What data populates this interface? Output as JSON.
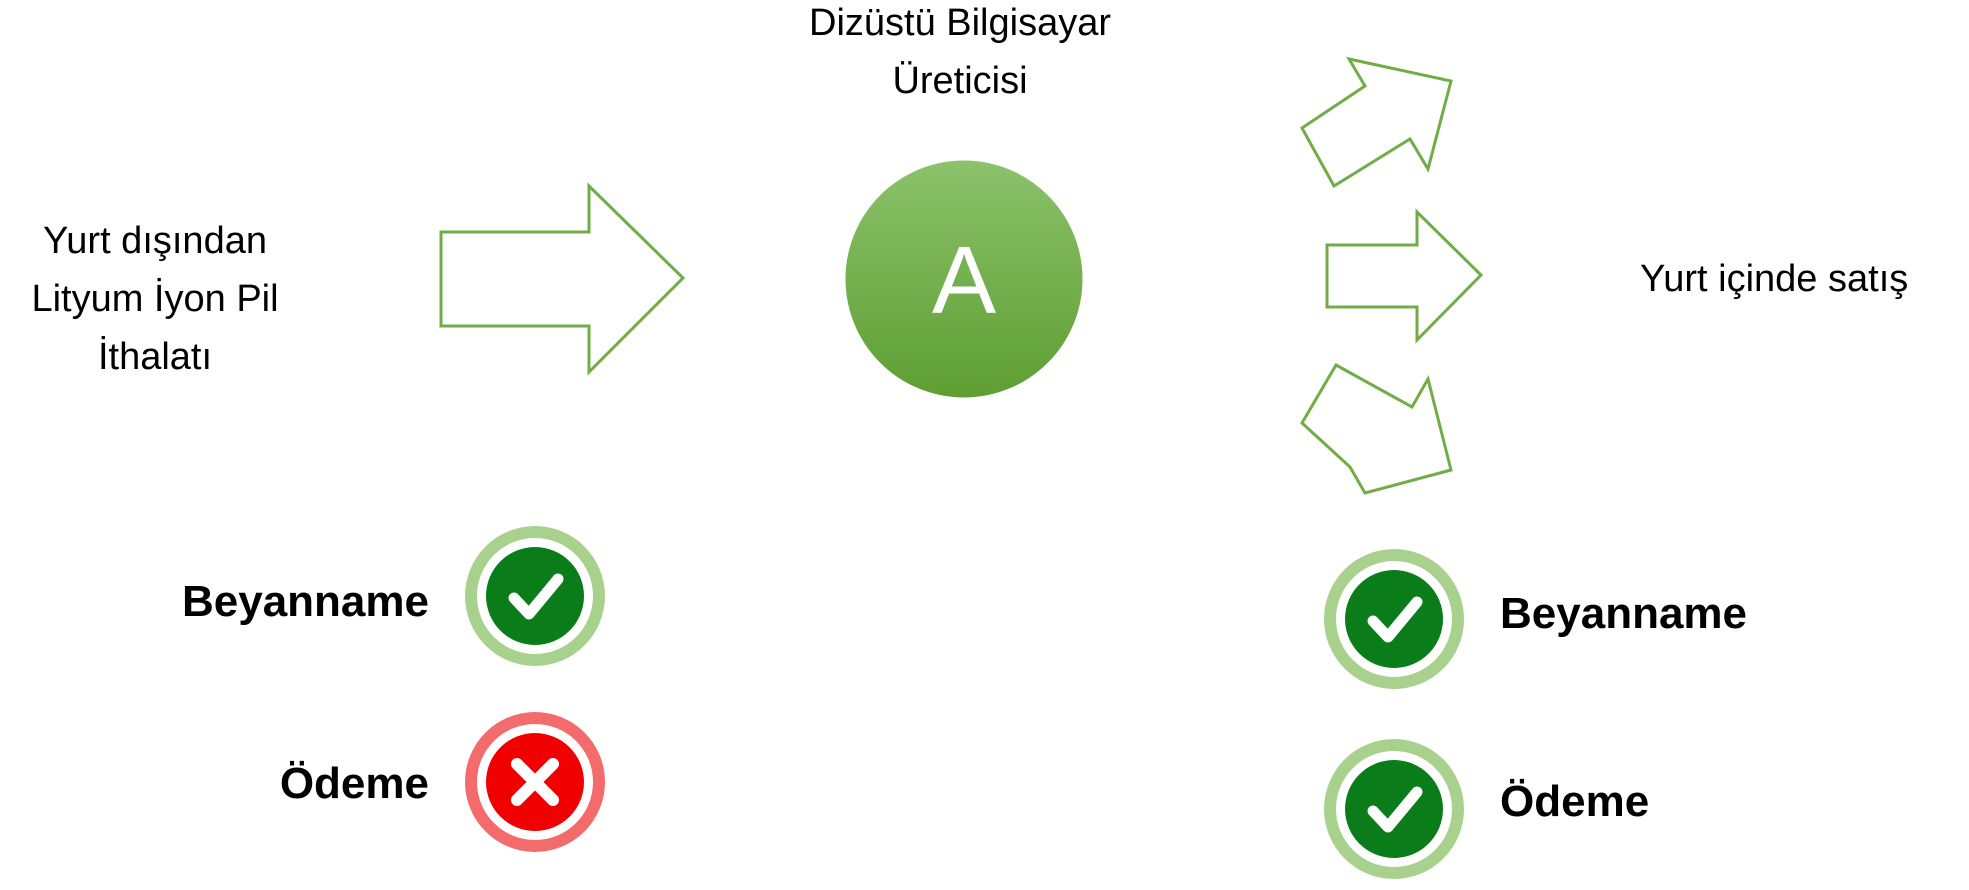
{
  "diagram": {
    "import_label_lines": [
      "Yurt dışından",
      "Lityum İyon Pil",
      "İthalatı"
    ],
    "maker_label_lines": [
      "Dizüstü Bilgisayar",
      "Üreticisi"
    ],
    "node_letter": "A",
    "domestic_label": "Yurt içinde satış",
    "left_checks": {
      "declaration_label": "Beyanname",
      "declaration_status": "ok",
      "payment_label": "Ödeme",
      "payment_status": "missing"
    },
    "right_checks": {
      "declaration_label": "Beyanname",
      "declaration_status": "ok",
      "payment_label": "Ödeme",
      "payment_status": "ok"
    }
  },
  "colors": {
    "arrow_outline": "#70ad47",
    "node_fill_top": "#8cc26b",
    "node_fill_bottom": "#5e9e32",
    "check_ring": "#a9d18e",
    "check_fill": "#0a7d1a",
    "cross_ring": "#f36b6b",
    "cross_fill": "#f00000"
  },
  "icons": {
    "ok": "check-circle-icon",
    "missing": "cross-circle-icon"
  }
}
